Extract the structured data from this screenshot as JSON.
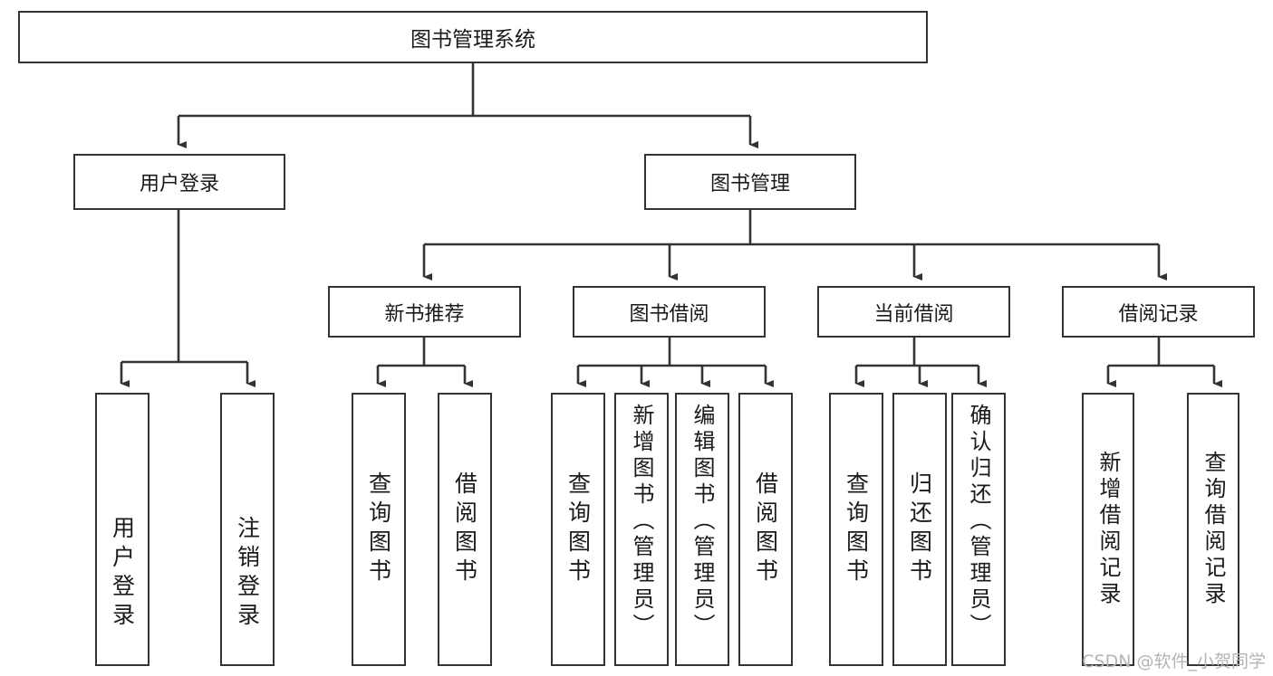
{
  "diagram": {
    "title": "图书管理系统",
    "type": "tree",
    "watermark": "CSDN @软件_小贺同学",
    "colors": {
      "border": "#333333",
      "background": "#ffffff",
      "text": "#1a1a1a",
      "watermark": "#b4b4b4"
    },
    "levels": {
      "root": {
        "label": "图书管理系统"
      },
      "level2": [
        {
          "label": "用户登录"
        },
        {
          "label": "图书管理"
        }
      ],
      "level3": [
        {
          "label": "新书推荐"
        },
        {
          "label": "图书借阅"
        },
        {
          "label": "当前借阅"
        },
        {
          "label": "借阅记录"
        }
      ],
      "leaves": {
        "user_login": [
          {
            "label": "用户登录"
          },
          {
            "label": "注销登录"
          }
        ],
        "new_book_recommend": [
          {
            "label": "查询图书"
          },
          {
            "label": "借阅图书"
          }
        ],
        "book_borrow": [
          {
            "label": "查询图书"
          },
          {
            "label": "新增图书（管理员）"
          },
          {
            "label": "编辑图书（管理员）"
          },
          {
            "label": "借阅图书"
          }
        ],
        "current_borrow": [
          {
            "label": "查询图书"
          },
          {
            "label": "归还图书"
          },
          {
            "label": "确认归还（管理员）"
          }
        ],
        "borrow_record": [
          {
            "label": "新增借阅记录"
          },
          {
            "label": "查询借阅记录"
          }
        ]
      }
    }
  }
}
